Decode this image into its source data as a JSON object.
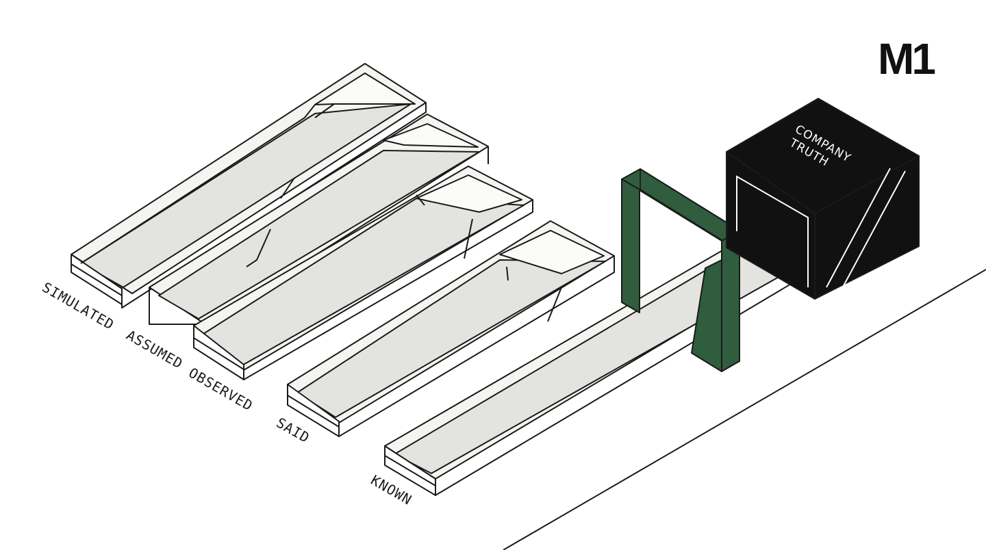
{
  "logo": "M1",
  "channels": {
    "simulated": "SIMULATED",
    "assumed": "ASSUMED",
    "observed": "OBSERVED",
    "said": "SAID",
    "known": "KNOWN"
  },
  "box": {
    "line1": "COMPANY",
    "line2": "TRUTH"
  },
  "colors": {
    "gate": "#2f5d3e",
    "box": "#111111"
  }
}
